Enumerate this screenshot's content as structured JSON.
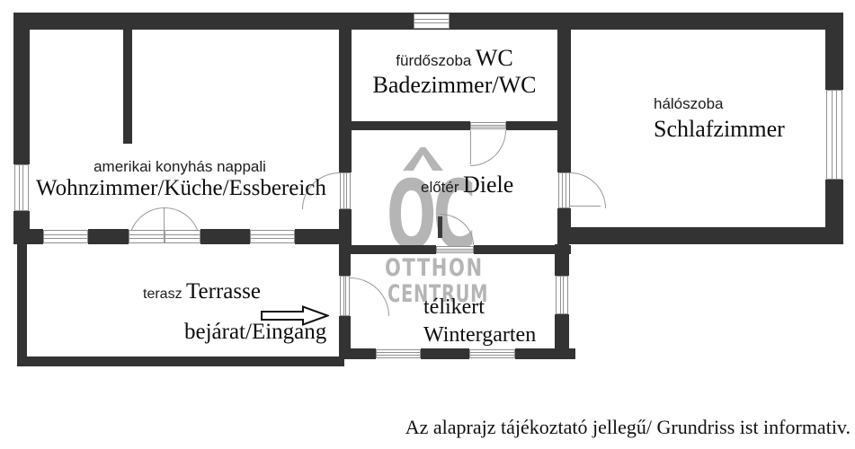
{
  "rooms": {
    "bathroom": {
      "label_hu": "fürdőszoba",
      "label_hu2": "WC",
      "label_de": "Badezimmer/WC"
    },
    "bedroom": {
      "label_hu": "hálószoba",
      "label_de": "Schlafzimmer"
    },
    "living": {
      "label_hu": "amerikai konyhás nappali",
      "label_de": "Wohnzimmer/Küche/Essbereich"
    },
    "hall": {
      "label_hu": "előtér",
      "label_de": "Diele"
    },
    "terrace": {
      "label_hu": "terasz",
      "label_de": "Terrasse"
    },
    "wintergarden": {
      "label_hu": "télikert",
      "label_de": "Wintergarten"
    },
    "entrance": {
      "label": "bejárat/Eingang"
    }
  },
  "watermark": {
    "logo": "OC",
    "line1": "OTTHON",
    "line2": "CENTRUM"
  },
  "footer": {
    "disclaimer": "Az alaprajz tájékoztató jellegű/ Grundriss ist informativ."
  },
  "colors": {
    "wall": "#333333",
    "window_frame": "#8f8f8f",
    "door_arc": "#999999",
    "watermark": "#b5b5b5",
    "background": "#ffffff"
  }
}
